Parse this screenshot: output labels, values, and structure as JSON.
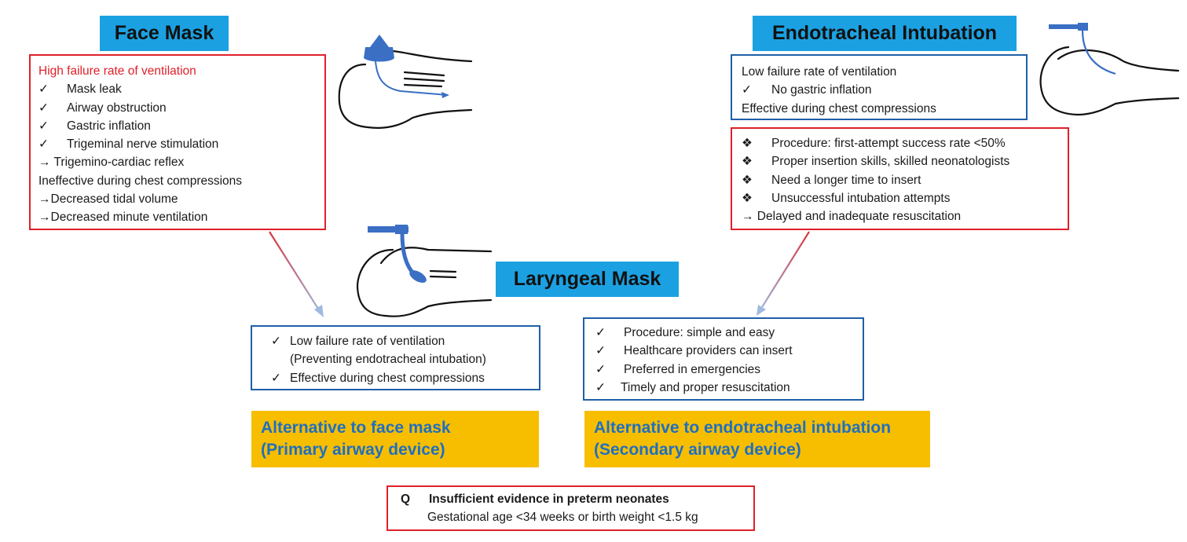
{
  "face_mask": {
    "title": "Face Mask",
    "header": "High failure rate of ventilation",
    "items": [
      {
        "mark": "✓",
        "text": "Mask leak"
      },
      {
        "mark": "✓",
        "text": "Airway obstruction"
      },
      {
        "mark": "✓",
        "text": "Gastric inflation"
      },
      {
        "mark": "✓",
        "text": "Trigeminal nerve stimulation"
      }
    ],
    "extra": [
      "→ Trigemino-cardiac reflex",
      "Ineffective during chest compressions",
      "→Decreased tidal volume",
      "→Decreased minute ventilation"
    ]
  },
  "endotracheal": {
    "title": "Endotracheal Intubation",
    "pros": {
      "header": "Low failure rate of ventilation",
      "item": {
        "mark": "✓",
        "text": "No gastric inflation"
      },
      "footer": "Effective during chest compressions"
    },
    "cons": {
      "items": [
        {
          "mark": "❖",
          "text": "Procedure: first-attempt success rate <50%"
        },
        {
          "mark": "❖",
          "text": "Proper insertion skills, skilled neonatologists"
        },
        {
          "mark": "❖",
          "text": "Need a longer time to insert"
        },
        {
          "mark": "❖",
          "text": "Unsuccessful intubation attempts"
        }
      ],
      "footer": "→ Delayed and inadequate resuscitation"
    }
  },
  "laryngeal": {
    "title": "Laryngeal Mask",
    "left_box": {
      "items": [
        {
          "mark": "✓",
          "text": "Low failure rate of ventilation"
        },
        {
          "mark": "",
          "text": "(Preventing endotracheal intubation)"
        },
        {
          "mark": "✓",
          "text": "Effective during chest compressions"
        }
      ]
    },
    "right_box": {
      "items": [
        {
          "mark": "✓",
          "text": "Procedure: simple and easy"
        },
        {
          "mark": "✓",
          "text": "Healthcare providers can insert"
        },
        {
          "mark": "✓",
          "text": "Preferred in emergencies"
        },
        {
          "mark": "✓",
          "text": "Timely and proper resuscitation"
        }
      ]
    },
    "alt_left": {
      "line1": "Alternative to face mask",
      "line2": "(Primary airway device)"
    },
    "alt_right": {
      "line1": "Alternative to endotracheal intubation",
      "line2": "(Secondary airway device)"
    }
  },
  "note": {
    "mark": "Q",
    "title": "Insufficient evidence in preterm neonates",
    "text": "Gestational age <34 weeks or birth weight <1.5 kg"
  },
  "colors": {
    "title_bg": "#1ba1e2",
    "gold_bg": "#f7be00",
    "gold_text": "#1f6fc0",
    "red_border": "#e0202a",
    "blue_border": "#1f5fa8",
    "device_blue": "#3a6fc4",
    "highlight_red": "#e0202a"
  }
}
